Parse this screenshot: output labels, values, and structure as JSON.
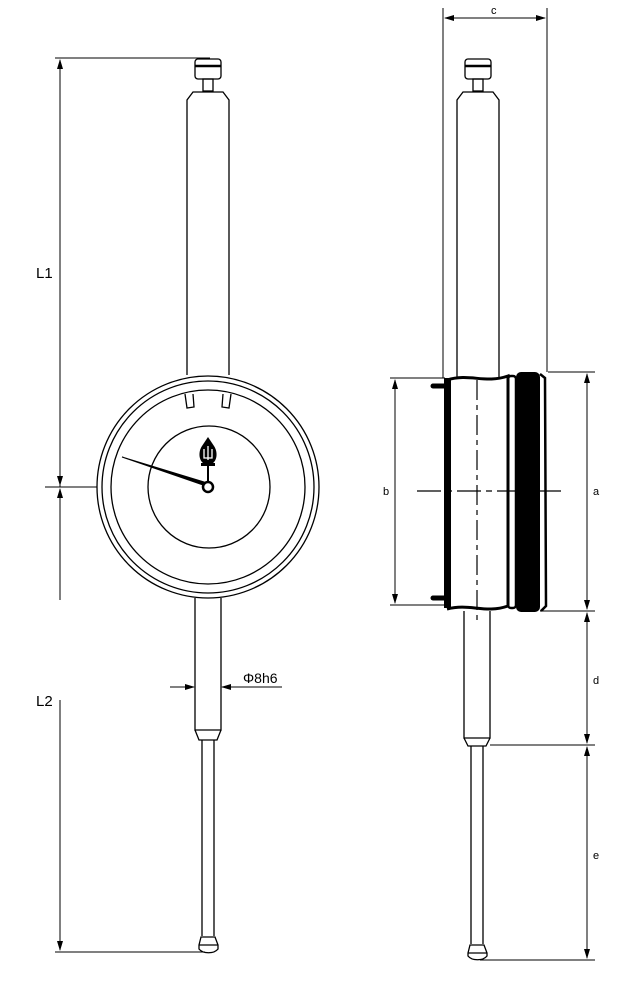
{
  "labels": {
    "L1": "L1",
    "L2": "L2",
    "shaft_diameter": "Φ8h6",
    "a": "a",
    "b": "b",
    "c": "c",
    "d": "d",
    "e": "e"
  },
  "colors": {
    "line": "#000000",
    "background": "#ffffff"
  }
}
